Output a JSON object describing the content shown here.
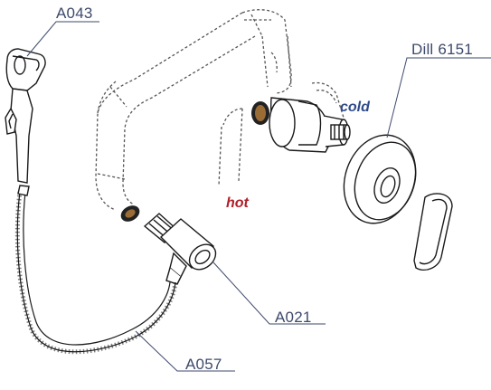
{
  "labels": {
    "shower_head": "A043",
    "cover_plate": "Dill 6151",
    "connector": "A021",
    "hose": "A057"
  },
  "flow": {
    "cold": "cold",
    "hot": "hot"
  },
  "colors": {
    "line": "#1a1a1a",
    "dashed_pipe": "#555555",
    "label_text": "#3d4a6b",
    "cold_text": "#2f4a8a",
    "hot_text": "#b0202a",
    "leader": "#3d4a6b"
  }
}
